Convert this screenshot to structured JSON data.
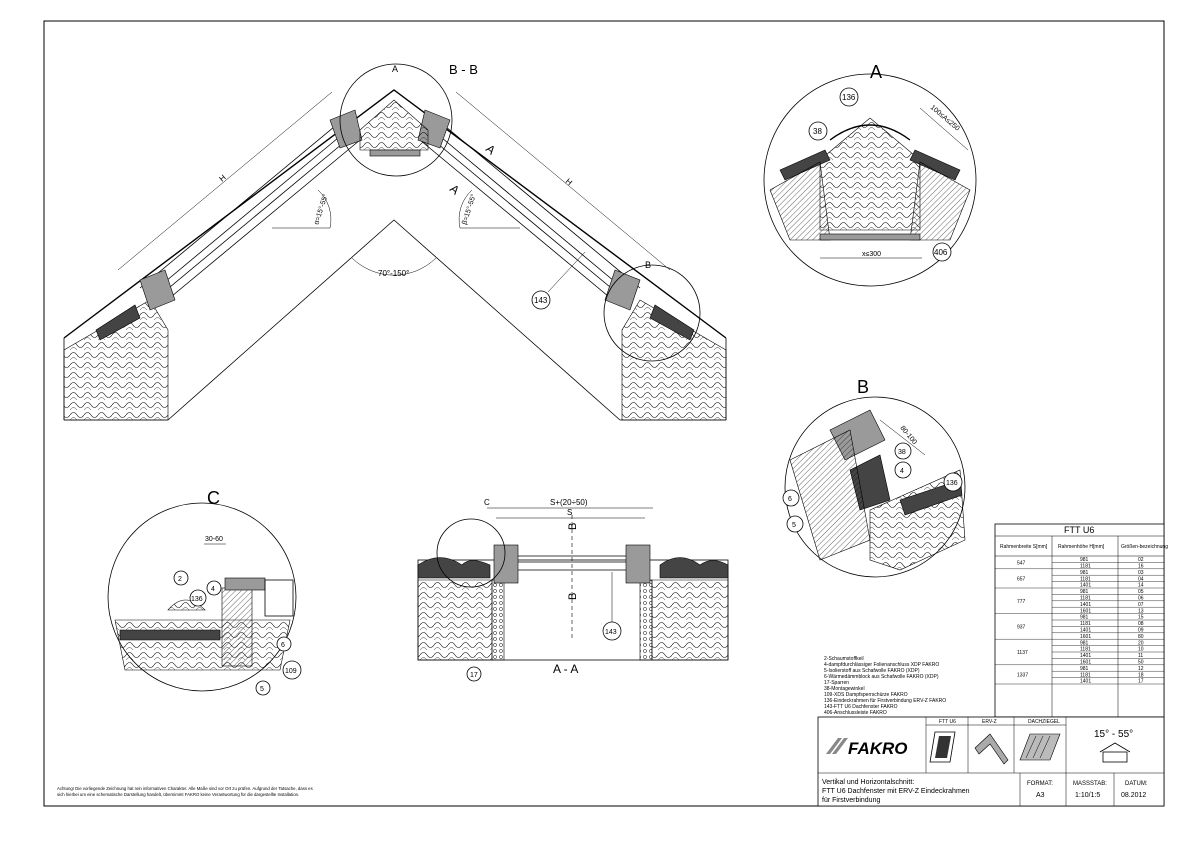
{
  "views": {
    "main_title": "B - B",
    "detail_a_letter": "A",
    "detail_b_letter": "B",
    "detail_c_letter": "C",
    "section_aa_title": "A - A",
    "cut_a": "A",
    "cut_b": "B",
    "cut_c": "C"
  },
  "dimensions": {
    "h": "H",
    "alpha": "α=15°-55°",
    "beta": "β=15°-55°",
    "ridge_angle": "70°-150°",
    "a_top": "100≤A≤250",
    "a_bottom": "x≤300",
    "b_gap": "80-100",
    "c_gap": "30-60",
    "s_total": "S+(20÷50)",
    "s": "S"
  },
  "callouts": {
    "n143": "143",
    "n136": "136",
    "n38": "38",
    "n406": "406",
    "n4": "4",
    "n6": "6",
    "n5": "5",
    "n2": "2",
    "n109": "109",
    "n17": "17"
  },
  "legend": [
    "2-Schaumstoffkeil",
    "4-dampfdurchlässiger Folienanschluss XDP FAKRO",
    "5-Isolierstoff aus Schafwolle FAKRO (XDP)",
    "6-Wärmedämmblock aus Schafwolle FAKRO (XDP)",
    "17-Sparren",
    "38-Montagewinkel",
    "109-XDS Dampfsperrschürze FAKRO",
    "136-Eindeckrahmen für Firstverbindung ERV-Z FAKRO",
    "143-FTT U6 Dachfenster FAKRO",
    "406-Anschlussleiste FAKRO"
  ],
  "table": {
    "title": "FTT U6",
    "headers": [
      "Rahmenbreite S[mm]",
      "Rahmenhöhe H[mm]",
      "Größen-bezeichnung"
    ],
    "groups": [
      {
        "width": "547",
        "rows": [
          [
            "981",
            "02"
          ],
          [
            "1181",
            "16"
          ]
        ]
      },
      {
        "width": "657",
        "rows": [
          [
            "981",
            "03"
          ],
          [
            "1181",
            "04"
          ],
          [
            "1401",
            "14"
          ]
        ]
      },
      {
        "width": "777",
        "rows": [
          [
            "981",
            "05"
          ],
          [
            "1181",
            "06"
          ],
          [
            "1401",
            "07"
          ],
          [
            "1601",
            "13"
          ]
        ]
      },
      {
        "width": "937",
        "rows": [
          [
            "981",
            "15"
          ],
          [
            "1181",
            "08"
          ],
          [
            "1401",
            "09"
          ],
          [
            "1601",
            "80"
          ]
        ]
      },
      {
        "width": "1137",
        "rows": [
          [
            "981",
            "20"
          ],
          [
            "1181",
            "10"
          ],
          [
            "1401",
            "11"
          ],
          [
            "1601",
            "50"
          ]
        ]
      },
      {
        "width": "1337",
        "rows": [
          [
            "981",
            "12"
          ],
          [
            "1181",
            "18"
          ],
          [
            "1401",
            "17"
          ]
        ]
      }
    ]
  },
  "titleblock": {
    "logo": "FAKRO",
    "col1": "FTT U6",
    "col2": "ERV-Z",
    "col3": "DACHZIEGEL",
    "angle": "15° - 55°",
    "desc_line1": "Vertikal und Horizontalschnitt:",
    "desc_line2": "FTT U6 Dachfenster mit ERV-Z Eindeckrahmen",
    "desc_line3": "für Firstverbindung",
    "format_label": "FORMAT:",
    "format_value": "A3",
    "scale_label": "MASSSTAB:",
    "scale_value": "1:10/1:5",
    "date_label": "DATUM:",
    "date_value": "08.2012"
  },
  "disclaimer_line1": "Achtung! Die vorliegende Zeichnung hat rein informativen Charakter. Alle Maße sind vor Ort zu prüfen. Aufgrund der Tatsache, dass es",
  "disclaimer_line2": "sich hierbei um eine schematische Darstellung handelt, übernimmt FAKRO keine Verantwortung für die dargestellte Installation."
}
